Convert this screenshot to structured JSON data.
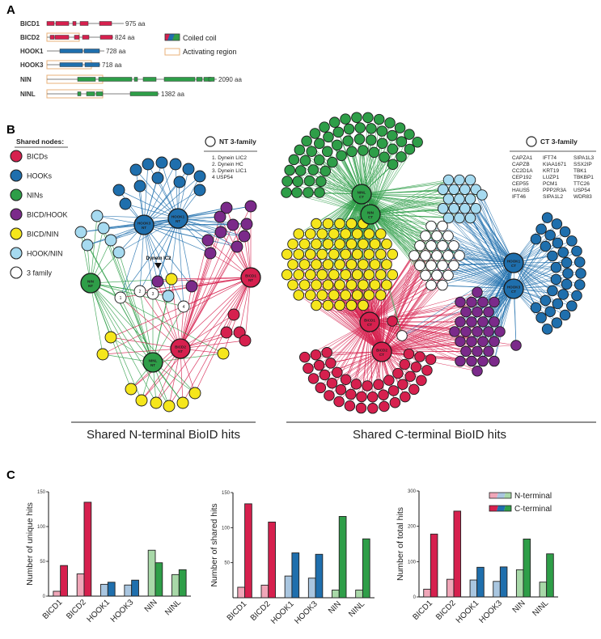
{
  "panel_labels": {
    "a": "A",
    "b": "B",
    "c": "C"
  },
  "panel_a": {
    "genes": [
      {
        "name": "BICD1",
        "length": "975 aa"
      },
      {
        "name": "BICD2",
        "length": "824 aa"
      },
      {
        "name": "HOOK1",
        "length": "728 aa"
      },
      {
        "name": "HOOK3",
        "length": "718 aa"
      },
      {
        "name": "NIN",
        "length": "2090 aa"
      },
      {
        "name": "NINL",
        "length": "1382 aa"
      }
    ],
    "legend": {
      "coiled_coil": "Coiled coil",
      "activating_region": "Activating region"
    }
  },
  "panel_b": {
    "legend_title": "Shared nodes:",
    "legend_items": [
      {
        "label": "BICDs",
        "color": "#d6204e"
      },
      {
        "label": "HOOKs",
        "color": "#1f6fad"
      },
      {
        "label": "NINs",
        "color": "#2e9e48"
      },
      {
        "label": "BICD/HOOK",
        "color": "#7b2a8a"
      },
      {
        "label": "BICD/NIN",
        "color": "#f5e61c"
      },
      {
        "label": "HOOK/NIN",
        "color": "#a6daf0"
      },
      {
        "label": "3 family",
        "color": "#ffffff"
      }
    ],
    "nt_family": {
      "title": "NT 3-family",
      "items": [
        "1. Dynein LIC2",
        "2. Dynein HC",
        "3. Dynein LIC1",
        "4 USP54"
      ],
      "node_numbers": [
        "1",
        "2",
        "3",
        "4"
      ],
      "annotation": "Dynein IC2"
    },
    "ct_family": {
      "title": "CT 3-family",
      "columns": [
        [
          "CAPZA1",
          "CAPZB",
          "CC2D1A",
          "CEP192",
          "CEP55",
          "HAUS5",
          "IFT46"
        ],
        [
          "IFT74",
          "KIAA1671",
          "KRT19",
          "LUZP1",
          "PCM1",
          "PPP2R3A",
          "SIPA1L2"
        ],
        [
          "SIPA1L3",
          "SSX2IP",
          "TBK1",
          "TBKBP1",
          "TTC26",
          "USP54",
          "WDR83"
        ]
      ]
    },
    "nt_hubs": {
      "hook3": [
        "HOOK3",
        "NT"
      ],
      "hook1": [
        "HOOK1",
        "NT"
      ],
      "nin": [
        "NIN",
        "NT"
      ],
      "bicd1": [
        "BICD1",
        "NT"
      ],
      "bicd2": [
        "BICD2",
        "NT"
      ],
      "ninl": [
        "NINL",
        "NT"
      ]
    },
    "ct_hubs": {
      "ninl": [
        "NINL",
        "CT"
      ],
      "nin": [
        "NIN",
        "CT"
      ],
      "bicd1": [
        "BICD1",
        "CT"
      ],
      "bicd2": [
        "BICD2",
        "CT"
      ],
      "hook1": [
        "HOOK1",
        "CT"
      ],
      "hook3": [
        "HOOK3",
        "CT"
      ]
    },
    "nt_caption": "Shared N-terminal BioID hits",
    "ct_caption": "Shared C-terminal BioID hits"
  },
  "chart_data": [
    {
      "type": "bar",
      "categories": [
        "BICD1",
        "BICD2",
        "HOOK1",
        "HOOK3",
        "NIN",
        "NINL"
      ],
      "series": [
        {
          "name": "N-terminal",
          "values": [
            7,
            32,
            17,
            16,
            66,
            31
          ]
        },
        {
          "name": "C-terminal",
          "values": [
            44,
            135,
            20,
            23,
            48,
            38
          ]
        }
      ],
      "ylabel": "Number of unique hits",
      "ylim": [
        0,
        150
      ],
      "yticks": [
        "0",
        "50",
        "100",
        "150"
      ]
    },
    {
      "type": "bar",
      "categories": [
        "BICD1",
        "BICD2",
        "HOOK1",
        "HOOK3",
        "NIN",
        "NINL"
      ],
      "series": [
        {
          "name": "N-terminal",
          "values": [
            15,
            18,
            31,
            28,
            11,
            11
          ]
        },
        {
          "name": "C-terminal",
          "values": [
            134,
            108,
            64,
            62,
            116,
            84
          ]
        }
      ],
      "ylabel": "Number of shared hits",
      "ylim": [
        0,
        150
      ],
      "yticks": [
        "50",
        "100",
        "150"
      ]
    },
    {
      "type": "bar",
      "categories": [
        "BICD1",
        "BICD2",
        "HOOK1",
        "HOOK3",
        "NIN",
        "NINL"
      ],
      "series": [
        {
          "name": "N-terminal",
          "values": [
            22,
            50,
            48,
            44,
            77,
            42
          ]
        },
        {
          "name": "C-terminal",
          "values": [
            178,
            243,
            84,
            85,
            164,
            122
          ]
        }
      ],
      "ylabel": "Number of total hits",
      "ylim": [
        0,
        300
      ],
      "yticks": [
        "0",
        "100",
        "200",
        "300"
      ],
      "legend": [
        "N-terminal",
        "C-terminal"
      ],
      "legend_position": "top-right"
    }
  ],
  "colors": {
    "bicd": "#d6204e",
    "bicd_light": "#f0a6b8",
    "hook": "#1f6fad",
    "hook_light": "#a9c6e0",
    "nin": "#2e9e48",
    "nin_light": "#a8d8a8",
    "purple": "#7b2a8a",
    "yellow": "#f5e61c",
    "lightblue": "#a6daf0",
    "activating": "#e8b27a"
  }
}
